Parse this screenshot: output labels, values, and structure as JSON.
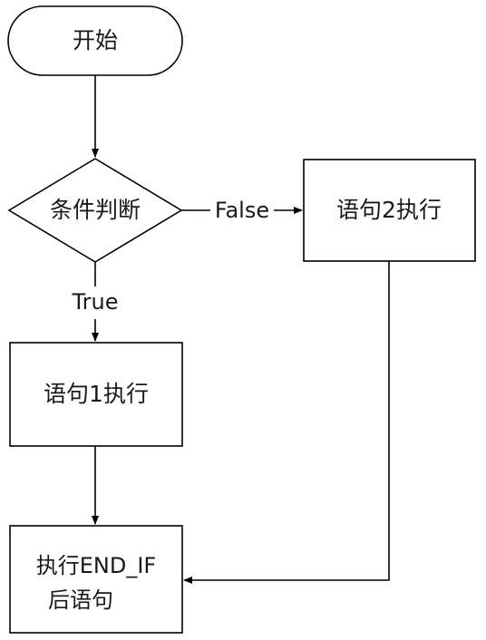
{
  "diagram": {
    "start": {
      "label": "开始"
    },
    "decision": {
      "label": "条件判断"
    },
    "edges": {
      "false_label": "False",
      "true_label": "True"
    },
    "statement2": {
      "label": "语句2执行"
    },
    "statement1": {
      "label": "语句1执行"
    },
    "end_if": {
      "line1": "执行END_IF",
      "line2": "后语句"
    }
  },
  "colors": {
    "stroke": "#000000",
    "fill": "#ffffff",
    "text": "#1a1a1a"
  }
}
